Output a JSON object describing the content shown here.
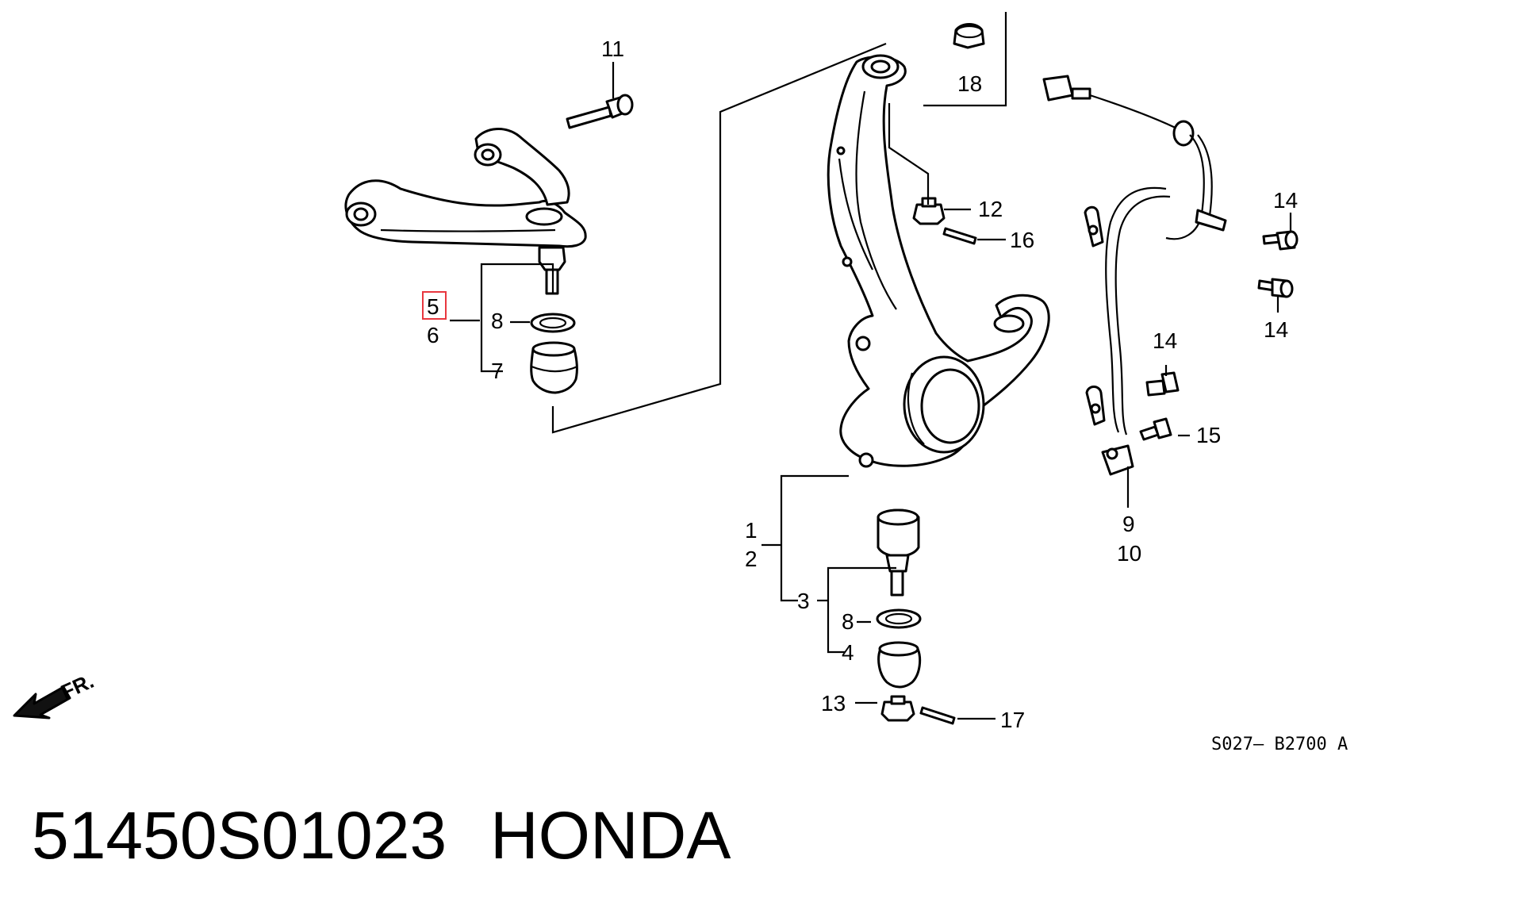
{
  "diagram": {
    "callouts": {
      "c1": "1",
      "c2": "2",
      "c3": "3",
      "c4": "4",
      "c5": "5",
      "c6": "6",
      "c7": "7",
      "c8a": "8",
      "c8b": "8",
      "c9": "9",
      "c10": "10",
      "c11": "11",
      "c12": "12",
      "c13": "13",
      "c14a": "14",
      "c14b": "14",
      "c14c": "14",
      "c15": "15",
      "c16": "16",
      "c17": "17",
      "c18": "18"
    },
    "highlighted_callout": "5",
    "highlight_color": "#e8373f",
    "front_label": "FR.",
    "figure_code": "S027— B2700 A"
  },
  "footer": {
    "part_number": "51450S01023",
    "brand": "HONDA"
  }
}
